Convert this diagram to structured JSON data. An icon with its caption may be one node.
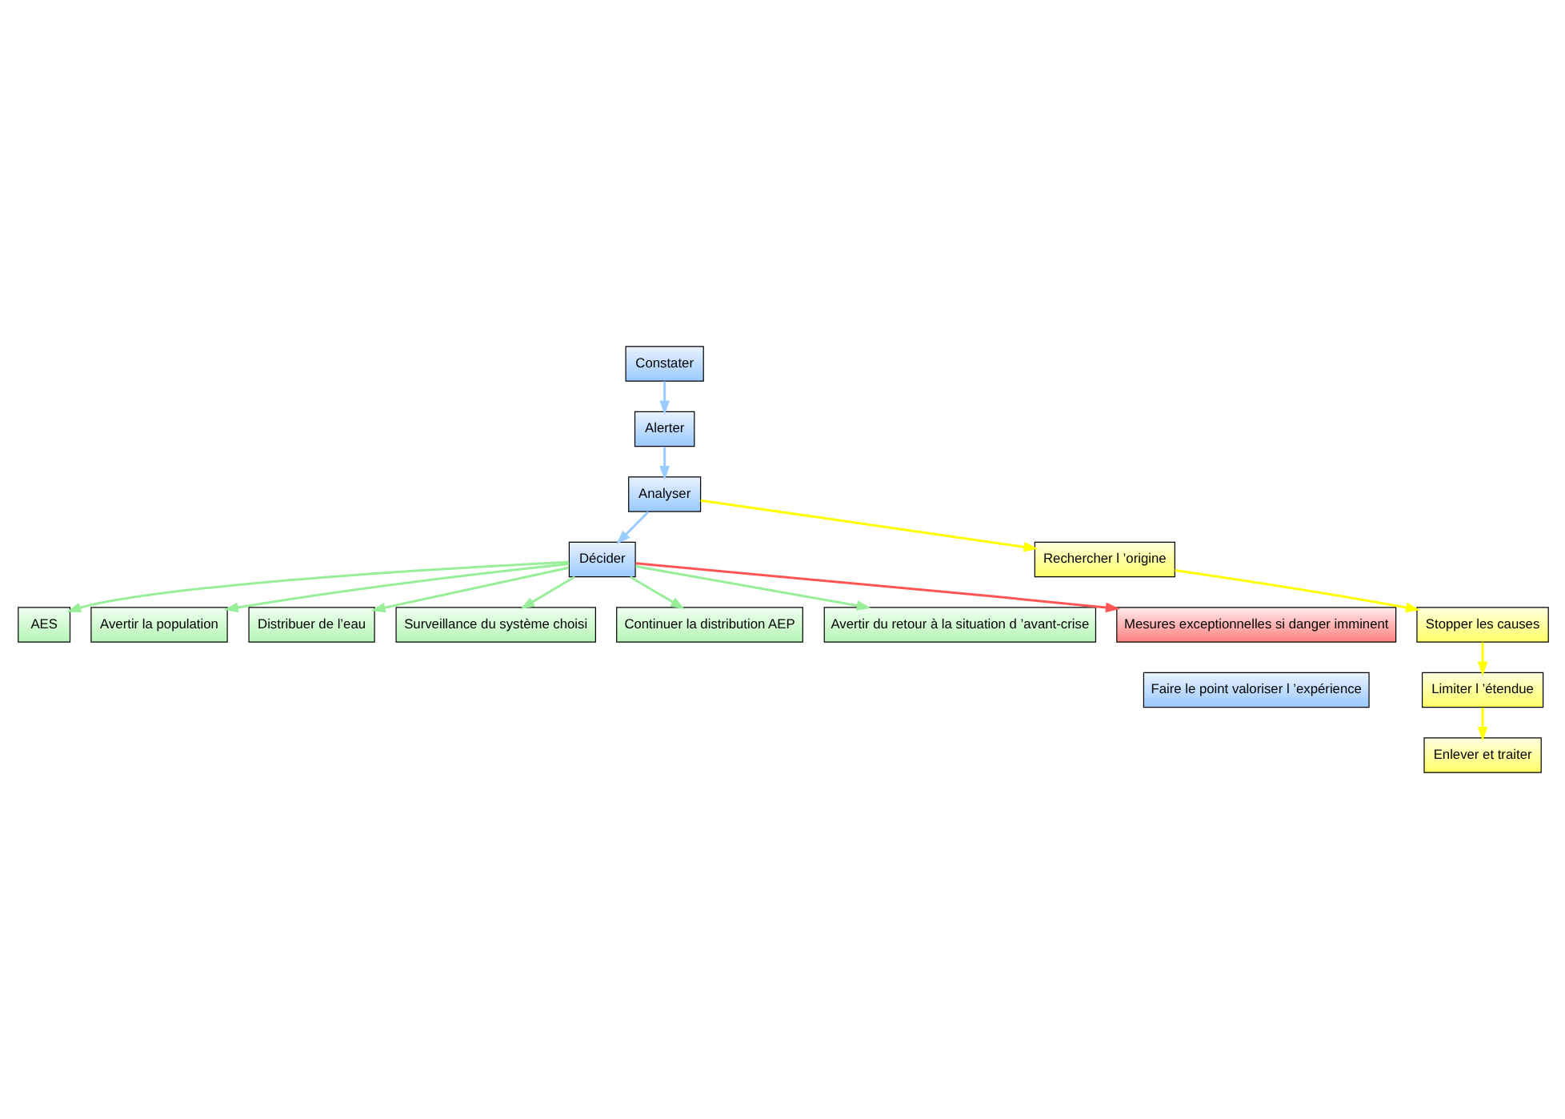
{
  "diagram": {
    "nodes": [
      {
        "text": [
          "Constater"
        ]
      },
      {
        "text": [
          "Alerter"
        ]
      },
      {
        "text": [
          "Analyser"
        ]
      },
      {
        "text": [
          "Décider"
        ]
      },
      {
        "text": [
          "Rechercher l ’origine"
        ]
      },
      {
        "text": [
          "Stopper les causes"
        ]
      },
      {
        "text": [
          "Limiter l ’étendue"
        ]
      },
      {
        "text": [
          "Enlever et traiter"
        ]
      },
      {
        "text": [
          "AES"
        ]
      },
      {
        "text": [
          "Avertir la population"
        ]
      },
      {
        "text": [
          "Distribuer de l’eau"
        ]
      },
      {
        "text": [
          "Surveillance du système choisi"
        ]
      },
      {
        "text": [
          "Continuer la distribution AEP"
        ]
      },
      {
        "text": [
          "Avertir du retour à la situation d ’avant-crise"
        ]
      },
      {
        "text": [
          "Mesures exceptionnelles si danger imminent"
        ]
      },
      {
        "text": [
          "Faire le point valoriser l ’expérience"
        ]
      }
    ],
    "edges": [
      {
        "from": 0,
        "to": 1,
        "arrow": "to",
        "color": "#99ccff"
      },
      {
        "from": 1,
        "to": 2,
        "arrow": "to",
        "color": "#99ccff"
      },
      {
        "from": 2,
        "to": 3,
        "arrow": "to",
        "color": "#99ccff"
      },
      {
        "from": 2,
        "to": 4,
        "arrow": "to",
        "color": "#ffff00"
      },
      {
        "from": 4,
        "to": 5,
        "arrow": "to",
        "color": "#ffff00"
      },
      {
        "from": 5,
        "to": 6,
        "arrow": "to",
        "color": "#ffff00"
      },
      {
        "from": 6,
        "to": 7,
        "arrow": "to",
        "color": "#ffff00"
      },
      {
        "from": 3,
        "to": 8,
        "arrow": "to"
      },
      {
        "from": 3,
        "to": 9,
        "arrow": "to"
      },
      {
        "from": 3,
        "to": 10,
        "arrow": "to"
      },
      {
        "from": 3,
        "to": 11,
        "arrow": "to"
      },
      {
        "from": 3,
        "to": 12,
        "arrow": "to"
      },
      {
        "from": 3,
        "to": 13,
        "arrow": "to"
      },
      {
        "from": 3,
        "to": 14,
        "arrow": "to",
        "color": "#ff5555"
      }
    ]
  }
}
